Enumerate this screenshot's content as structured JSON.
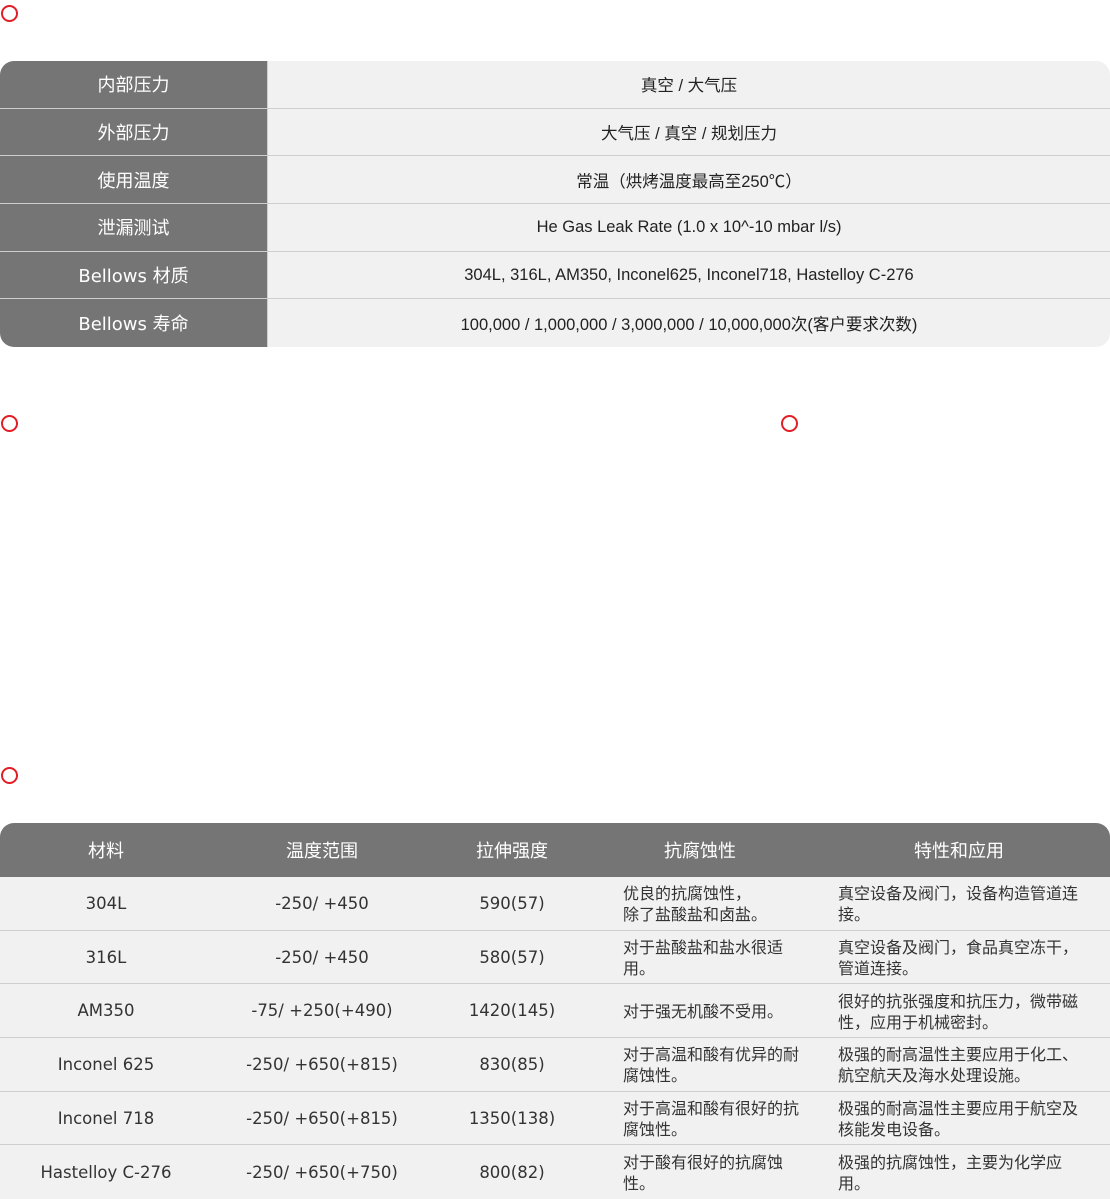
{
  "spec_table": [
    {
      "label": "内部压力",
      "value": "真空 / 大气压"
    },
    {
      "label": "外部压力",
      "value": "大气压 / 真空 / 规划压力"
    },
    {
      "label": "使用温度",
      "value": "常温（烘烤温度最高至250℃）"
    },
    {
      "label": "泄漏测试",
      "value": "He Gas Leak Rate (1.0 x 10^-10 mbar l/s)"
    },
    {
      "label": "Bellows 材质",
      "value": "304L, 316L, AM350, Inconel625, Inconel718, Hastelloy C-276"
    },
    {
      "label": "Bellows 寿命",
      "value": "100,000 / 1,000,000 / 3,000,000 / 10,000,000次(客户要求次数)"
    }
  ],
  "material_table": {
    "headers": [
      "材料",
      "温度范围",
      "拉伸强度",
      "抗腐蚀性",
      "特性和应用"
    ],
    "rows": [
      [
        "304L",
        "-250/ +450",
        "590(57)",
        "优良的抗腐蚀性，\n除了盐酸盐和卤盐。",
        "真空设备及阀门，设备构造管道连接。"
      ],
      [
        "316L",
        "-250/ +450",
        "580(57)",
        "对于盐酸盐和盐水很适用。",
        "真空设备及阀门，食品真空冻干，管道连接。"
      ],
      [
        "AM350",
        "-75/ +250(+490)",
        "1420(145)",
        "对于强无机酸不受用。",
        "很好的抗张强度和抗压力，微带磁性，应用于机械密封。"
      ],
      [
        "Inconel 625",
        "-250/ +650(+815)",
        "830(85)",
        "对于高温和酸有优异的耐腐蚀性。",
        "极强的耐高温性主要应用于化工、航空航天及海水处理设施。"
      ],
      [
        "Inconel 718",
        "-250/ +650(+815)",
        "1350(138)",
        "对于高温和酸有很好的抗腐蚀性。",
        "极强的耐高温性主要应用于航空及核能发电设备。"
      ],
      [
        "Hastelloy C-276",
        "-250/ +650(+750)",
        "800(82)",
        "对于酸有很好的抗腐蚀性。",
        "极强的抗腐蚀性，主要为化学应用。"
      ]
    ]
  },
  "colors": {
    "accent": "#e01f26",
    "header_bg": "#757575",
    "cell_bg": "#f1f1f1"
  }
}
